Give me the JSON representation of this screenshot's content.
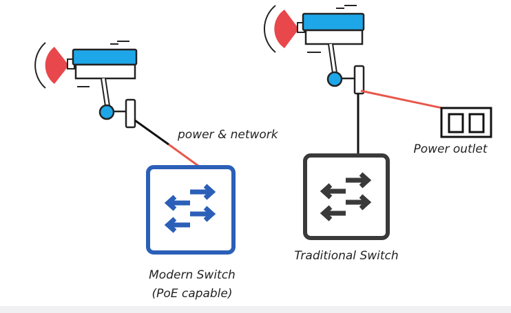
{
  "labels": {
    "power_network": "power & network",
    "power_outlet": "Power outlet",
    "modern_switch_line1": "Modern Switch",
    "modern_switch_line2": "(PoE capable)",
    "traditional_switch": "Traditional Switch"
  },
  "colors": {
    "camera_blue": "#1ea7e8",
    "signal_red": "#e8474c",
    "outline": "#222222",
    "poe_cable": "#e8574a",
    "modern_switch": "#2b5fb8",
    "traditional_switch": "#3a3a3a",
    "background_strip": "#f0f0f2"
  },
  "icons": {
    "camera": "security-camera-icon",
    "switch": "network-switch-arrows-icon",
    "outlet": "power-outlet-icon"
  }
}
